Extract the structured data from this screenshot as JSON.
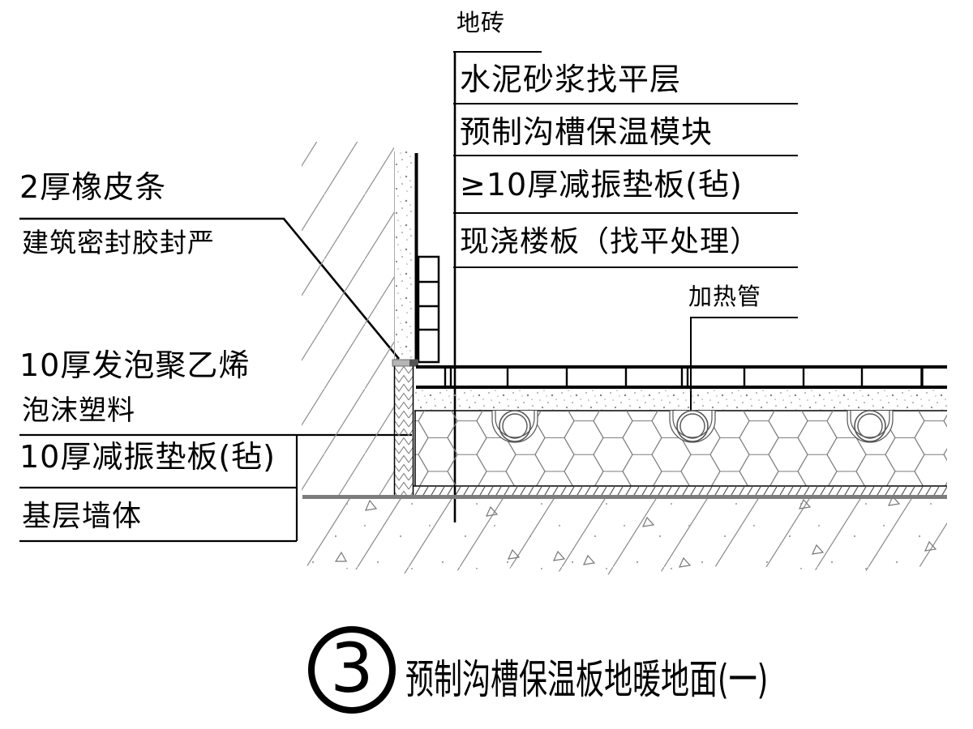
{
  "drawing_title": {
    "number": "3",
    "text": "预制沟槽保温板地暖地面(一)"
  },
  "callouts": {
    "right": [
      {
        "text": "地砖"
      },
      {
        "text": "水泥砂浆找平层"
      },
      {
        "text": "预制沟槽保温模块"
      },
      {
        "text": "≥10厚减振垫板(毡)"
      },
      {
        "text": "现浇楼板（找平处理）"
      },
      {
        "text": "加热管"
      }
    ],
    "left": [
      {
        "text": "2厚橡皮条"
      },
      {
        "text": "建筑密封胶封严"
      },
      {
        "text": "10厚发泡聚乙烯"
      },
      {
        "text": "泡沫塑料"
      },
      {
        "text": "10厚减振垫板(毡)"
      },
      {
        "text": "基层墙体"
      }
    ]
  },
  "colors": {
    "line": "#000000",
    "hatch": "#8a8a8a",
    "slab_top_line": "#7d7d7d"
  }
}
